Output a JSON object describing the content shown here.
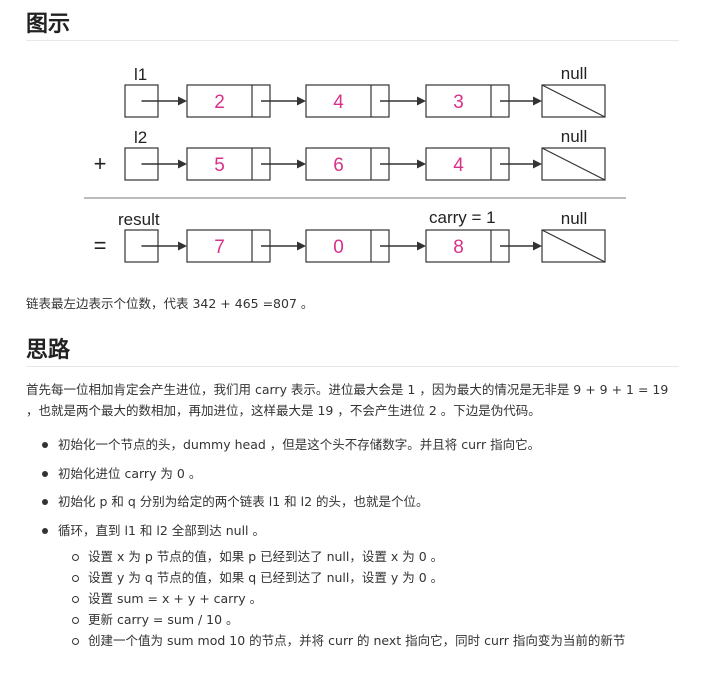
{
  "section_figure": {
    "title": "图示"
  },
  "diagram": {
    "rows": [
      {
        "label": "l1",
        "operator": "",
        "values": [
          "2",
          "4",
          "3"
        ],
        "end_label": "null",
        "carry_label": ""
      },
      {
        "label": "l2",
        "operator": "+",
        "values": [
          "5",
          "6",
          "4"
        ],
        "end_label": "null",
        "carry_label": ""
      },
      {
        "label": "result",
        "operator": "=",
        "values": [
          "7",
          "0",
          "8"
        ],
        "end_label": "null",
        "carry_label": "carry = 1"
      }
    ],
    "colors": {
      "value": "#d9308a",
      "line": "#333333"
    }
  },
  "caption": "链表最左边表示个位数，代表 342 + 465 =807 。",
  "section_idea": {
    "title": "思路"
  },
  "intro": "首先每一位相加肯定会产生进位，我们用 carry 表示。进位最大会是 1 ，因为最大的情况是无非是 9 + 9 + 1 = 19 ，也就是两个最大的数相加，再加进位，这样最大是 19 ，不会产生进位 2 。下边是伪代码。",
  "steps": [
    "初始化一个节点的头，dummy head ，但是这个头不存储数字。并且将 curr 指向它。",
    "初始化进位 carry 为 0 。",
    "初始化 p 和 q 分别为给定的两个链表 l1 和 l2 的头，也就是个位。",
    "循环，直到 l1 和 l2 全部到达 null 。"
  ],
  "loop_steps": [
    "设置 x 为 p 节点的值，如果 p 已经到达了 null，设置 x 为 0 。",
    "设置 y 为 q 节点的值，如果 q 已经到达了 null，设置 y 为 0 。",
    "设置 sum = x + y + carry 。",
    "更新 carry = sum / 10 。",
    "创建一个值为 sum mod 10 的节点，并将 curr 的 next 指向它，同时 curr 指向变为当前的新节"
  ]
}
